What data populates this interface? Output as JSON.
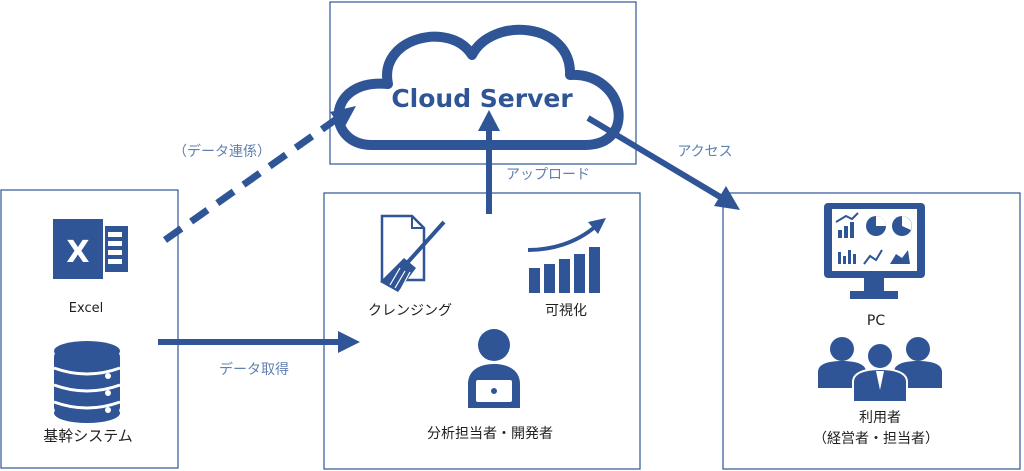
{
  "cloud": {
    "title": "Cloud Server"
  },
  "sources": {
    "excel_label": "Excel",
    "excel_letter": "X",
    "core_system_label": "基幹システム"
  },
  "flows": {
    "data_link_label": "（データ連係）",
    "data_acquisition_label": "データ取得",
    "upload_label": "アップロード",
    "access_label": "アクセス"
  },
  "analysis": {
    "cleansing_label": "クレンジング",
    "visualization_label": "可視化",
    "analyst_label": "分析担当者・開発者"
  },
  "users": {
    "pc_label": "PC",
    "users_label": "利用者",
    "users_sublabel": "（経営者・担当者）"
  },
  "colors": {
    "primary": "#2f5597",
    "box_border": "#2f5597",
    "label_text": "#6080b0",
    "dark_text": "#1f1f1f"
  }
}
